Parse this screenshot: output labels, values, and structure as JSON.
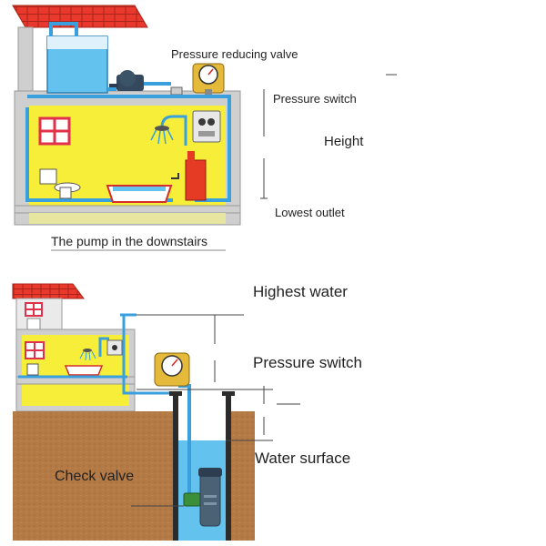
{
  "top_diagram": {
    "labels": {
      "pressure_reducing_valve": "Pressure reducing valve",
      "pressure_switch": "Pressure switch",
      "height": "Height",
      "lowest_outlet": "Lowest outlet",
      "caption": "The pump in the downstairs"
    }
  },
  "bottom_diagram": {
    "labels": {
      "highest_water": "Highest water",
      "pressure_switch": "Pressure switch",
      "water_surface": "Water surface",
      "check_valve": "Check valve"
    }
  },
  "colors": {
    "roof": "#e8392c",
    "wall": "#cfcfcf",
    "interior": "#f7ee3a",
    "pipe": "#3aa0dd",
    "water": "#64c3ee",
    "soil": "#b37a45",
    "heater": "#e53a24",
    "window": "#e0304a"
  }
}
